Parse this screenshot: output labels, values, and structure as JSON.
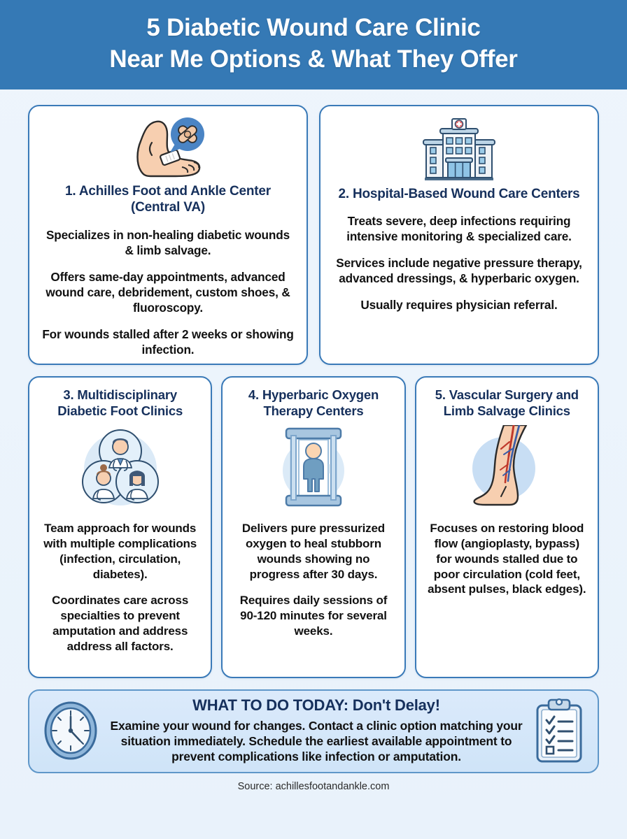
{
  "header": {
    "title_line1": "5 Diabetic Wound Care Clinic",
    "title_line2": "Near Me Options & What They Offer",
    "background_color": "#3579b5",
    "text_color": "#ffffff"
  },
  "theme": {
    "page_background": "#eef5fc",
    "card_background": "#ffffff",
    "card_border": "#3a7ab8",
    "title_color": "#16305c",
    "body_color": "#111111",
    "cta_background": "#d7e8fa",
    "cta_border": "#5f97c9"
  },
  "cards": [
    {
      "number": "1.",
      "title": "1. Achilles Foot and Ankle Center (Central VA)",
      "icon": "foot-bandage-icon",
      "icon_position": "above-title",
      "lines": [
        "Specializes in non-healing diabetic wounds & limb salvage.",
        "Offers same-day appointments, advanced wound care, debridement, custom shoes, & fluoroscopy.",
        "For wounds stalled after 2 weeks or showing infection."
      ]
    },
    {
      "number": "2.",
      "title": "2. Hospital-Based Wound Care Centers",
      "icon": "hospital-building-icon",
      "icon_position": "above-title",
      "lines": [
        "Treats severe, deep infections requiring intensive monitoring & specialized care.",
        "Services include negative pressure therapy, advanced dressings, & hyperbaric oxygen.",
        "Usually requires physician referral."
      ]
    },
    {
      "number": "3.",
      "title": "3. Multidisciplinary Diabetic Foot Clinics",
      "icon": "medical-team-icon",
      "icon_position": "below-title",
      "lines": [
        "Team approach for wounds with multiple complications (infection, circulation, diabetes).",
        "Coordinates care across specialties to prevent amputation and address address all factors."
      ]
    },
    {
      "number": "4.",
      "title": "4. Hyperbaric Oxygen Therapy Centers",
      "icon": "hyperbaric-chamber-icon",
      "icon_position": "below-title",
      "lines": [
        "Delivers pure pressurized oxygen to heal stubborn wounds showing no progress after 30 days.",
        "Requires daily sessions of 90-120 minutes for several weeks."
      ]
    },
    {
      "number": "5.",
      "title": "5. Vascular Surgery and Limb Salvage Clinics",
      "icon": "vascular-leg-icon",
      "icon_position": "below-title",
      "lines": [
        "Focuses on restoring blood flow (angioplasty, bypass) for wounds stalled due to poor circulation (cold feet, absent pulses, black edges)."
      ]
    }
  ],
  "cta": {
    "heading": "WHAT TO DO TODAY: Don't Delay!",
    "body": "Examine your wound for changes. Contact a clinic option matching your situation immediately. Schedule the earliest available appointment to prevent complications like infection or amputation.",
    "left_icon": "clock-icon",
    "right_icon": "clipboard-checklist-icon",
    "clipboard_items": [
      "checked",
      "checked",
      "checked",
      "unchecked"
    ]
  },
  "footer": {
    "source": "Source: achillesfootandankle.com"
  }
}
